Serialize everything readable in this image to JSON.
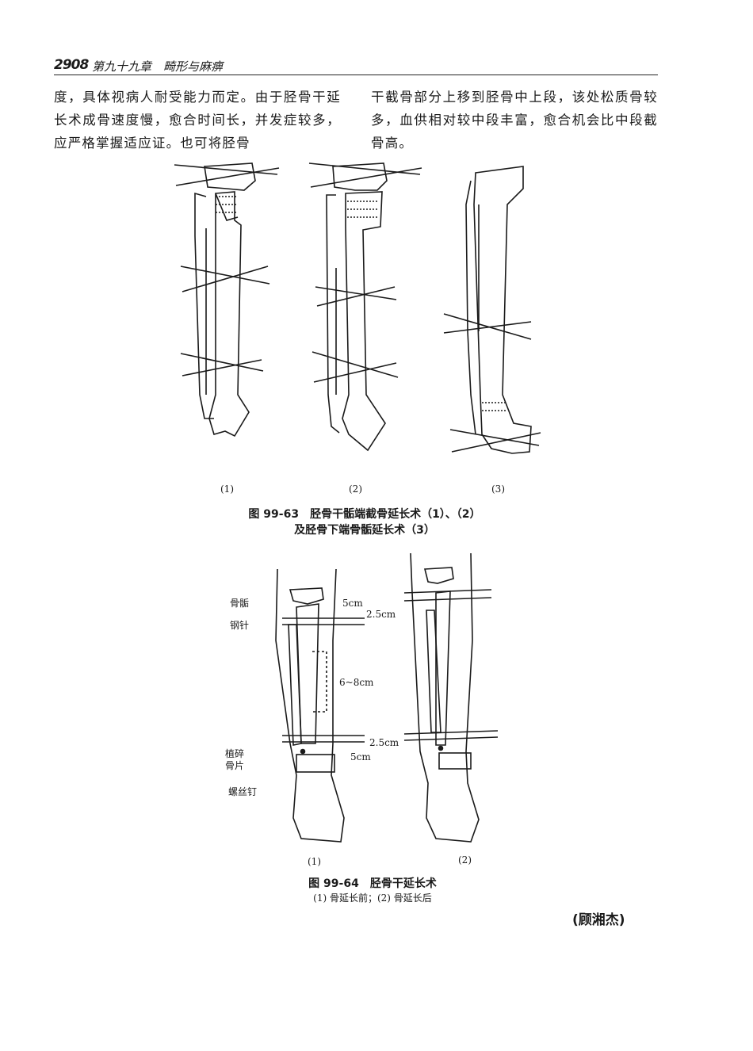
{
  "header": {
    "page_number": "2908",
    "chapter": "第九十九章　畸形与麻痹"
  },
  "body_text": {
    "left_column": "度，具体视病人耐受能力而定。由于胫骨干延长术成骨速度慢，愈合时间长，并发症较多，应严格掌握适应证。也可将胫骨",
    "right_column": "干截骨部分上移到胫骨中上段，该处松质骨较多，血供相对较中段丰富，愈合机会比中段截骨高。"
  },
  "figure_63": {
    "panel_labels": [
      "(1)",
      "(2)",
      "(3)"
    ],
    "caption_line1": "图 99-63　胫骨干骺端截骨延长术（1）、（2）",
    "caption_line2": "及胫骨下端骨骺延长术（3）"
  },
  "figure_64": {
    "callouts": {
      "epiphysis": "骨骺",
      "pin": "钢针",
      "graft": "植碎\n骨片",
      "screw": "螺丝钉"
    },
    "measurements": {
      "top_5cm": "5cm",
      "top_2_5cm": "2.5cm",
      "mid_range": "6~8cm",
      "bottom_2_5cm": "2.5cm",
      "bottom_5cm": "5cm"
    },
    "panel_labels": [
      "(1)",
      "(2)"
    ],
    "caption": "图 99-64　胫骨干延长术",
    "sub_caption": "(1) 骨延长前；(2) 骨延长后"
  },
  "author": "(顾湘杰)",
  "colors": {
    "ink": "#1a1a1a",
    "paper": "#ffffff"
  }
}
